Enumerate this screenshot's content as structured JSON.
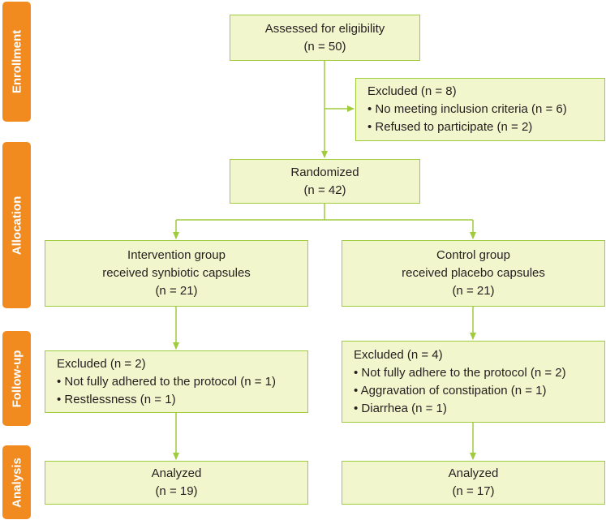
{
  "stages": {
    "enrollment": "Enrollment",
    "allocation": "Allocation",
    "followup": "Follow-up",
    "analysis": "Analysis"
  },
  "assessed": {
    "title": "Assessed for eligibility",
    "count": "(n = 50)"
  },
  "excluded_enrollment": {
    "title": "Excluded (n = 8)",
    "items": [
      "No meeting inclusion criteria (n = 6)",
      "Refused to participate (n = 2)"
    ]
  },
  "randomized": {
    "title": "Randomized",
    "count": "(n = 42)"
  },
  "intervention": {
    "line1": "Intervention group",
    "line2": "received synbiotic capsules",
    "count": "(n = 21)"
  },
  "control": {
    "line1": "Control group",
    "line2": "received placebo capsules",
    "count": "(n = 21)"
  },
  "followup_intervention": {
    "title": "Excluded (n = 2)",
    "items": [
      "Not fully adhered to the protocol (n = 1)",
      "Restlessness (n = 1)"
    ]
  },
  "followup_control": {
    "title": "Excluded (n = 4)",
    "items": [
      "Not fully adhere to the protocol (n = 2)",
      "Aggravation of constipation (n = 1)",
      "Diarrhea (n = 1)"
    ]
  },
  "analyzed_intervention": {
    "title": "Analyzed",
    "count": "(n = 19)"
  },
  "analyzed_control": {
    "title": "Analyzed",
    "count": "(n = 17)"
  },
  "colors": {
    "stage_bg": "#f18a1f",
    "box_bg": "#f2f6cc",
    "box_border": "#9fcb3c",
    "connector": "#9fcb3c"
  }
}
